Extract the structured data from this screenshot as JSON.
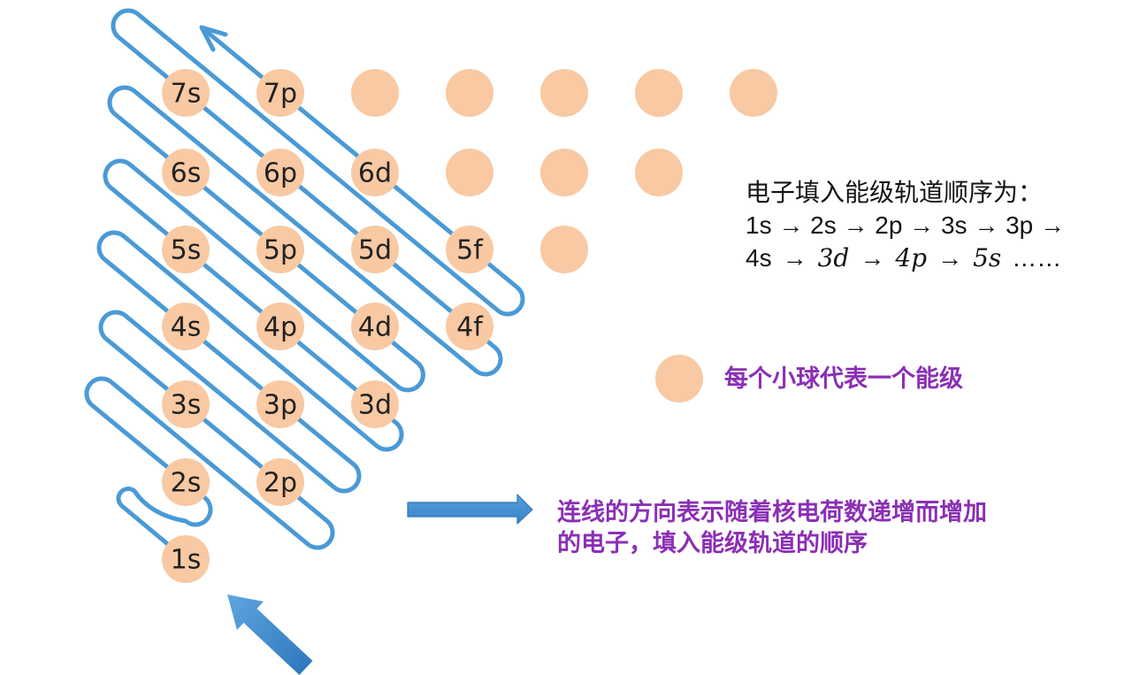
{
  "diagram": {
    "ball_color": "#f8c9a2",
    "line_color": "#4a9ad6",
    "solid_arrow_color": "#3f8ccd",
    "label_color": "#222222",
    "rows": [
      {
        "n": 7,
        "labels": [
          "7s",
          "7p"
        ],
        "ball_count": 7
      },
      {
        "n": 6,
        "labels": [
          "6s",
          "6p",
          "6d"
        ],
        "ball_count": 6
      },
      {
        "n": 5,
        "labels": [
          "5s",
          "5p",
          "5d",
          "5f"
        ],
        "ball_count": 5
      },
      {
        "n": 4,
        "labels": [
          "4s",
          "4p",
          "4d",
          "4f"
        ],
        "ball_count": 4
      },
      {
        "n": 3,
        "labels": [
          "3s",
          "3p",
          "3d"
        ],
        "ball_count": 3
      },
      {
        "n": 2,
        "labels": [
          "2s",
          "2p"
        ],
        "ball_count": 2
      },
      {
        "n": 1,
        "labels": [
          "1s"
        ],
        "ball_count": 1
      }
    ]
  },
  "order_note": {
    "color": "#141414",
    "line1": "电子填入能级轨道顺序为：",
    "line2": "1s → 2s → 2p → 3s → 3p →",
    "line3": [
      "4s",
      "→",
      "3d",
      "→",
      "4p",
      "→",
      "5s",
      "……"
    ]
  },
  "legend_note": {
    "color": "#8b2fb5",
    "text": "每个小球代表一个能级"
  },
  "arrow_note": {
    "color": "#8b2fb5",
    "line1": "连线的方向表示随着核电荷数递增而增加",
    "line2": "的电子，填入能级轨道的顺序"
  }
}
